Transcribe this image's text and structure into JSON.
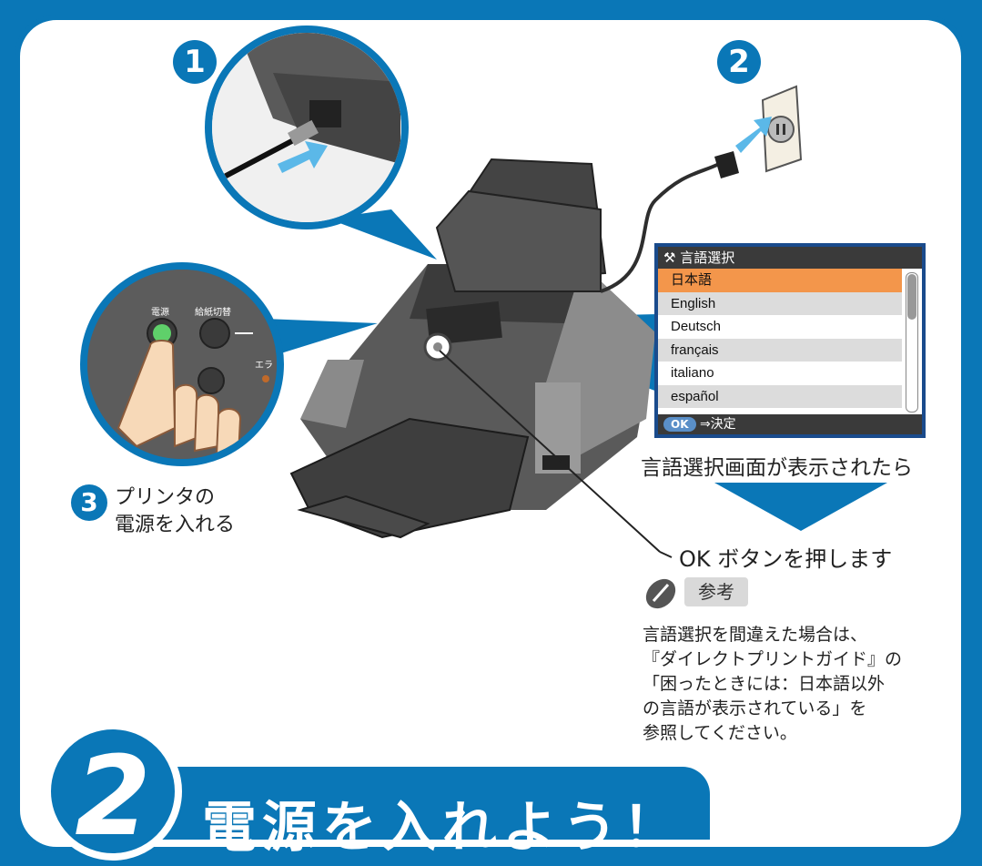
{
  "steps": {
    "s1": "1",
    "s2": "2",
    "s3": "3"
  },
  "panel_labels": {
    "power": "電源",
    "feed_switch": "給紙切替",
    "error": "エラ"
  },
  "lcd": {
    "title": "言語選択",
    "title_icon": "tools-icon",
    "items": [
      "日本語",
      "English",
      "Deutsch",
      "français",
      "italiano",
      "español"
    ],
    "selected_index": 0,
    "footer_ok": "OK",
    "footer_text": "⇒決定"
  },
  "text": {
    "step3_line1": "プリンタの",
    "step3_line2": "電源を入れる",
    "lang_screen": "言語選択画面が表示されたら",
    "ok_press": "OK ボタンを押します",
    "note_label": "参考",
    "note_line1": "言語選択を間違えた場合は、",
    "note_line2": "『ダイレクトプリントガイド』の",
    "note_line3": "「困ったときには：日本語以外",
    "note_line4": "の言語が表示されている」を",
    "note_line5": "参照してください。"
  },
  "section": {
    "number": "2",
    "title": "電源を入れよう！"
  },
  "colors": {
    "accent_blue": "#0a77b7",
    "highlight_orange": "#f3964b",
    "arrow_light_blue": "#5bb8e8"
  }
}
